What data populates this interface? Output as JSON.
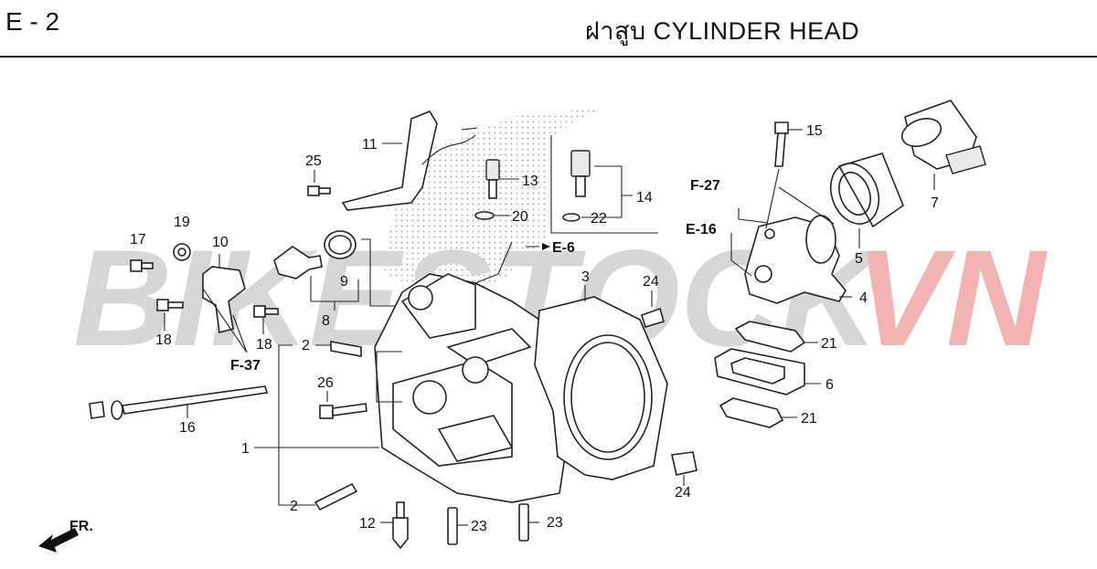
{
  "header": {
    "page_code": "E - 2",
    "title": "ฝาสูบ  CYLINDER HEAD"
  },
  "watermark": {
    "grey_text": "BIKESTOCK",
    "red_text": "VN",
    "grey_color": "#d6d6d6",
    "red_color": "#f2b3b3"
  },
  "references": [
    "F-27",
    "E-16",
    "E-6",
    "F-37"
  ],
  "callouts": [
    "1",
    "2",
    "2",
    "3",
    "4",
    "5",
    "6",
    "7",
    "8",
    "9",
    "10",
    "11",
    "12",
    "13",
    "14",
    "15",
    "16",
    "17",
    "18",
    "18",
    "19",
    "20",
    "21",
    "21",
    "22",
    "23",
    "23",
    "24",
    "24",
    "25",
    "26"
  ],
  "front_marker": "FR."
}
